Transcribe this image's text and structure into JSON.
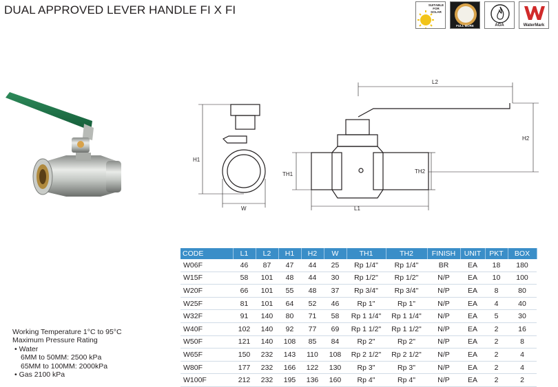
{
  "title": "DUAL APPROVED LEVER HANDLE FI X FI",
  "badges": {
    "solar": "SUITABLE FOR SOLAR",
    "full_bore": "FULL BORE",
    "aga": "AGA",
    "watermark": "WaterMark"
  },
  "drawing": {
    "l2": "L2",
    "h1": "H1",
    "h2": "H2",
    "th1": "TH1",
    "th2": "TH2",
    "w": "W",
    "l1": "L1"
  },
  "specs": {
    "working_temp": "Working Temperature  1°C to 95°C",
    "max_pressure": "Maximum Pressure Rating",
    "water": "• Water",
    "water_small": "6MM to 50MM: 2500 kPa",
    "water_large": "65MM to 100MM: 2000kPa",
    "gas": "• Gas 2100 kPa"
  },
  "table": {
    "headers": [
      "CODE",
      "L1",
      "L2",
      "H1",
      "H2",
      "W",
      "TH1",
      "TH2",
      "FINISH",
      "UNIT",
      "PKT",
      "BOX"
    ],
    "rows": [
      [
        "W06F",
        "46",
        "87",
        "47",
        "44",
        "25",
        "Rp 1/4\"",
        "Rp 1/4\"",
        "BR",
        "EA",
        "18",
        "180"
      ],
      [
        "W15F",
        "58",
        "101",
        "48",
        "44",
        "30",
        "Rp 1/2\"",
        "Rp 1/2\"",
        "N/P",
        "EA",
        "10",
        "100"
      ],
      [
        "W20F",
        "66",
        "101",
        "55",
        "48",
        "37",
        "Rp 3/4\"",
        "Rp 3/4\"",
        "N/P",
        "EA",
        "8",
        "80"
      ],
      [
        "W25F",
        "81",
        "101",
        "64",
        "52",
        "46",
        "Rp 1\"",
        "Rp 1\"",
        "N/P",
        "EA",
        "4",
        "40"
      ],
      [
        "W32F",
        "91",
        "140",
        "80",
        "71",
        "58",
        "Rp 1 1/4\"",
        "Rp 1 1/4\"",
        "N/P",
        "EA",
        "5",
        "30"
      ],
      [
        "W40F",
        "102",
        "140",
        "92",
        "77",
        "69",
        "Rp 1 1/2\"",
        "Rp 1 1/2\"",
        "N/P",
        "EA",
        "2",
        "16"
      ],
      [
        "W50F",
        "121",
        "140",
        "108",
        "85",
        "84",
        "Rp 2\"",
        "Rp 2\"",
        "N/P",
        "EA",
        "2",
        "8"
      ],
      [
        "W65F",
        "150",
        "232",
        "143",
        "110",
        "108",
        "Rp 2 1/2\"",
        "Rp 2 1/2\"",
        "N/P",
        "EA",
        "2",
        "4"
      ],
      [
        "W80F",
        "177",
        "232",
        "166",
        "122",
        "130",
        "Rp 3\"",
        "Rp 3\"",
        "N/P",
        "EA",
        "2",
        "4"
      ],
      [
        "W100F",
        "212",
        "232",
        "195",
        "136",
        "160",
        "Rp 4\"",
        "Rp 4\"",
        "N/P",
        "EA",
        "2",
        "2"
      ]
    ]
  }
}
